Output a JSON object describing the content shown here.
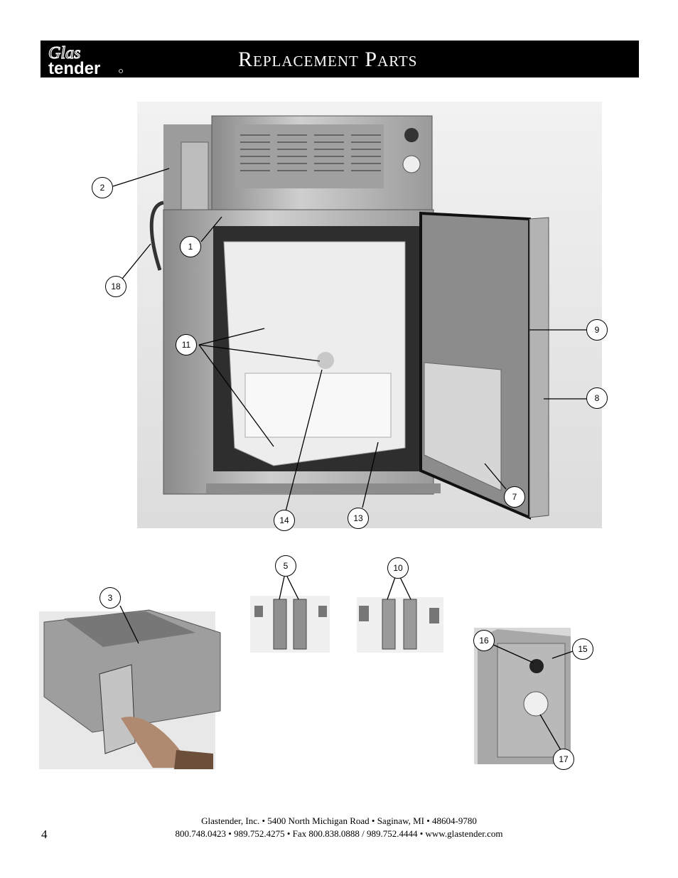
{
  "header": {
    "logo_top": "Glas",
    "logo_bottom": "tender",
    "title": "Replacement Parts"
  },
  "callouts": {
    "c1": "1",
    "c2": "2",
    "c3": "3",
    "c5": "5",
    "c7": "7",
    "c8": "8",
    "c9": "9",
    "c10": "10",
    "c11": "11",
    "c13": "13",
    "c14": "14",
    "c15": "15",
    "c16": "16",
    "c17": "17",
    "c18": "18"
  },
  "footer": {
    "line1": "Glastender, Inc.  •  5400 North Michigan Road  •  Saginaw, MI  •  48604-9780",
    "line2": "800.748.0423  •  989.752.4275  •  Fax 800.838.0888 / 989.752.4444  •  www.glastender.com",
    "page_number": "4"
  },
  "colors": {
    "header_bg": "#000000",
    "header_text": "#ffffff"
  }
}
